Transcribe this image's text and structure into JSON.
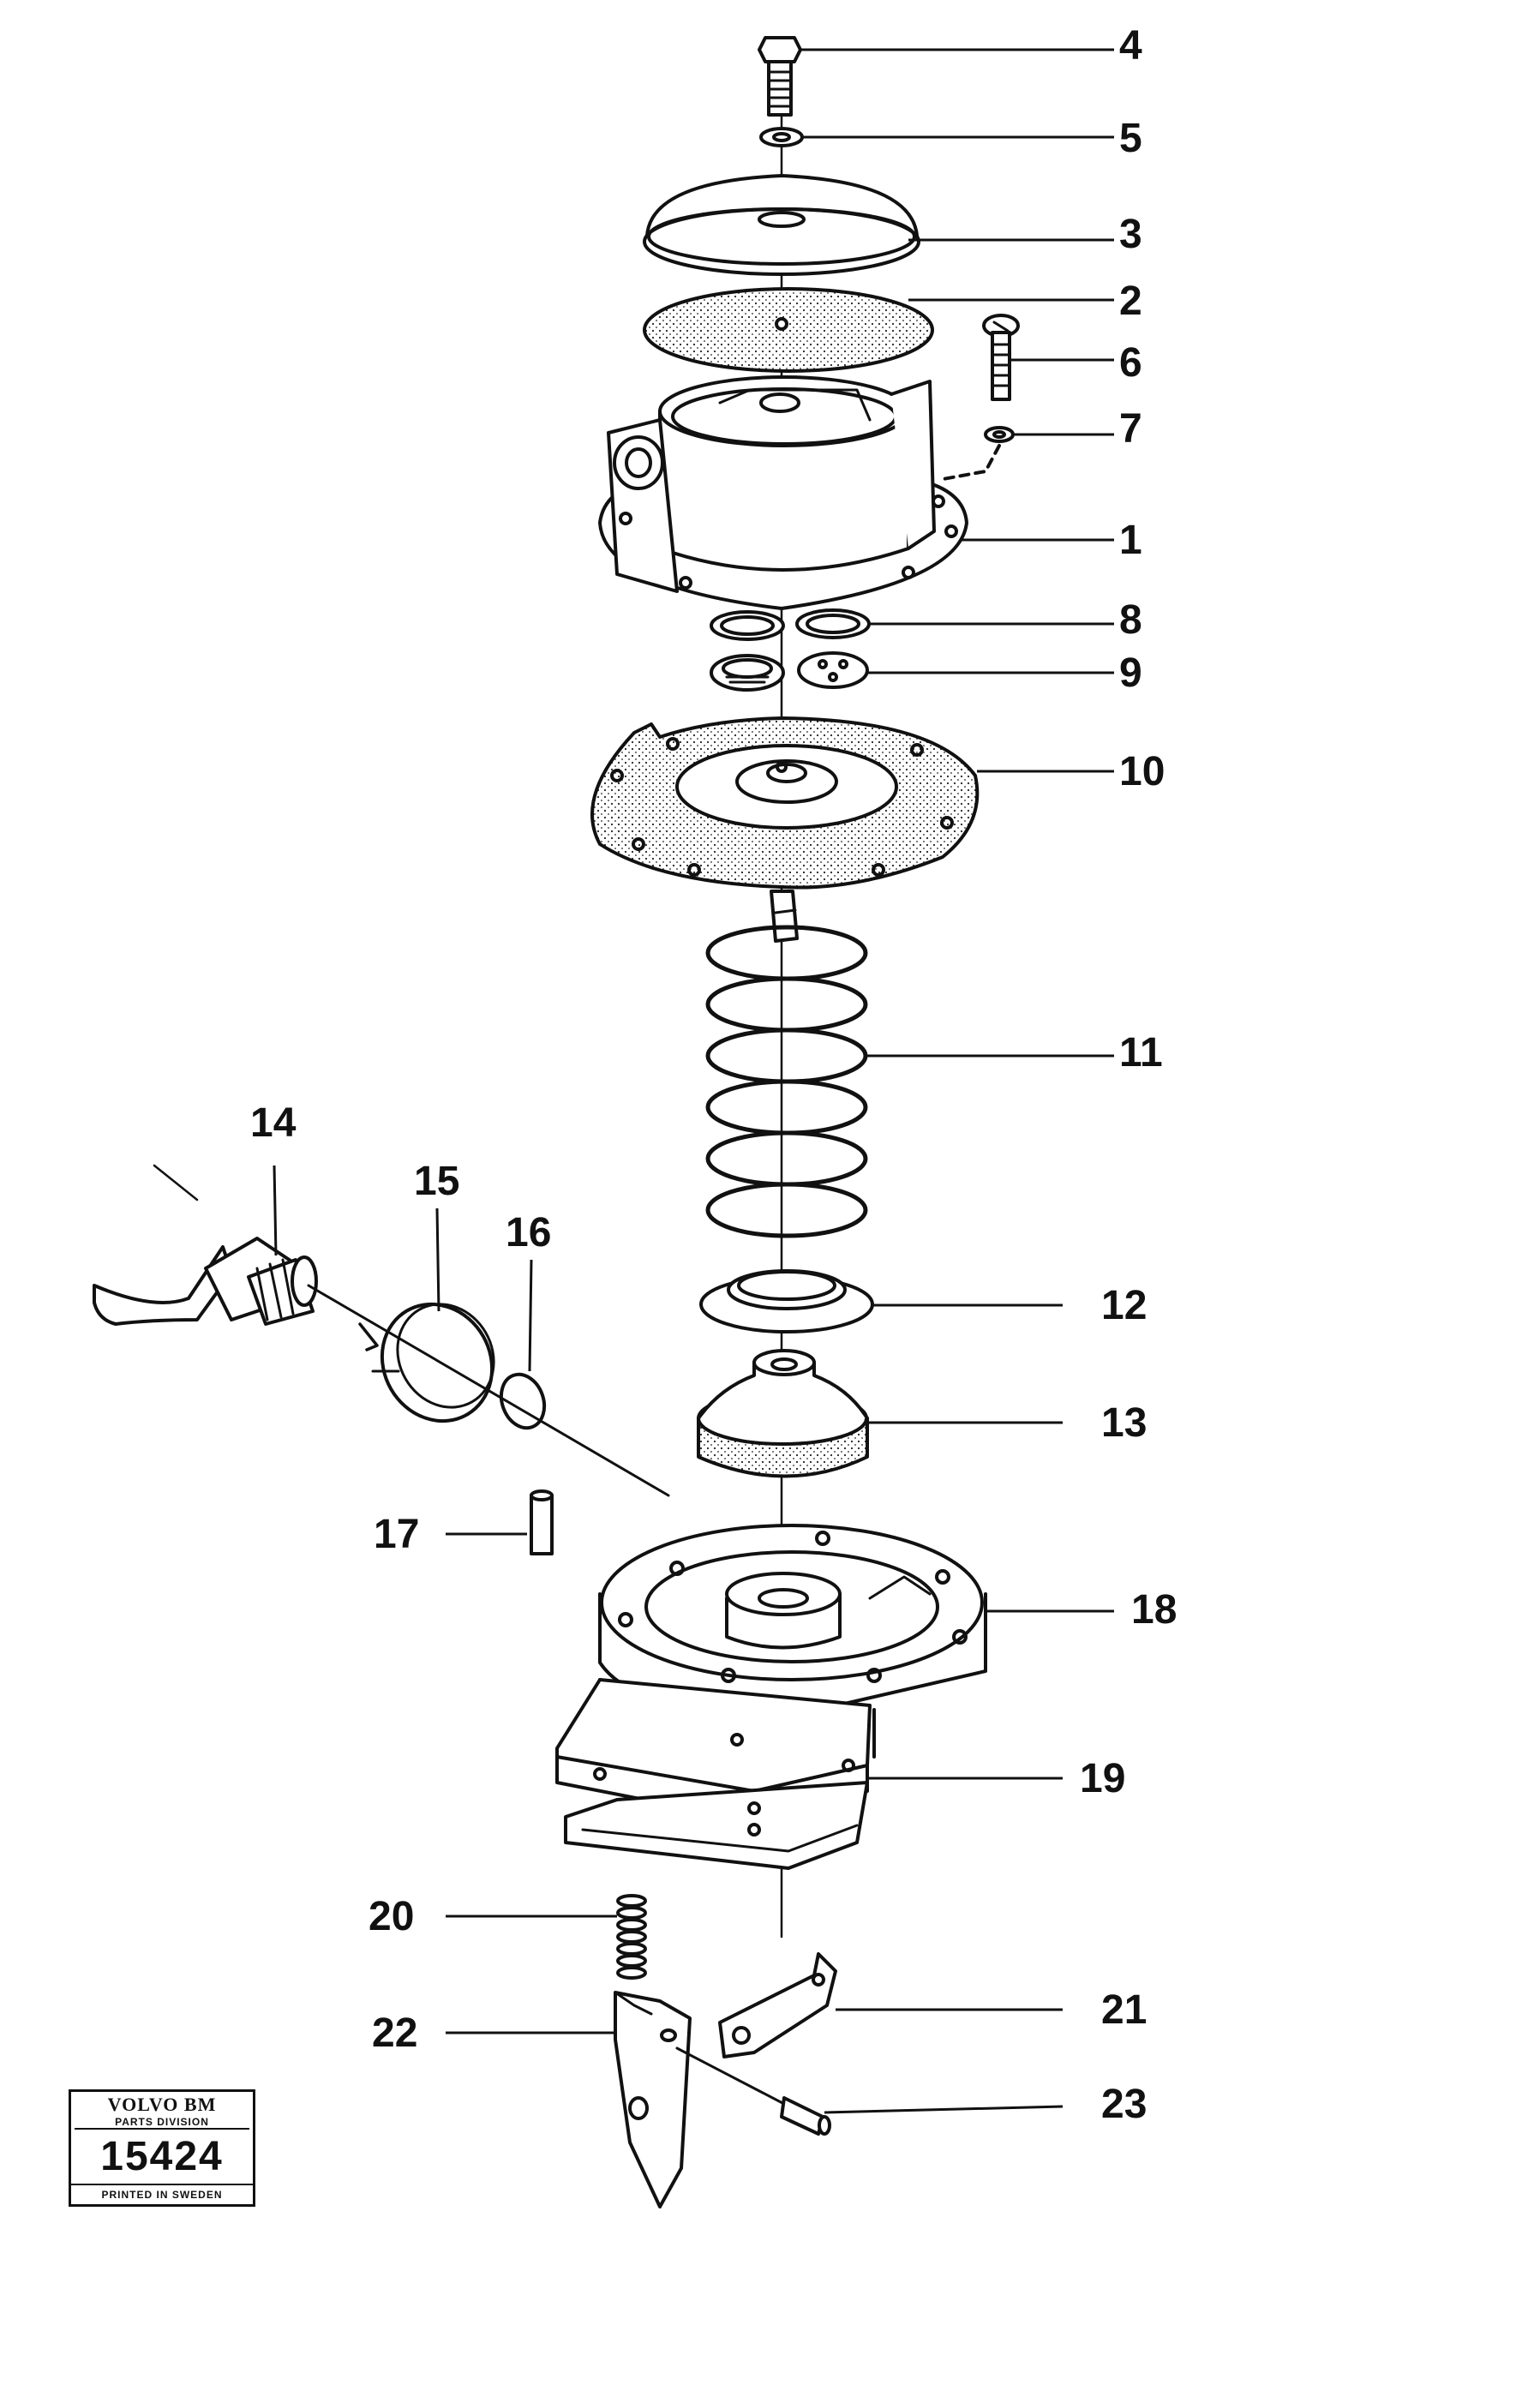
{
  "parts": [
    {
      "id": "4",
      "label": "4"
    },
    {
      "id": "5",
      "label": "5"
    },
    {
      "id": "3",
      "label": "3"
    },
    {
      "id": "2",
      "label": "2"
    },
    {
      "id": "6",
      "label": "6"
    },
    {
      "id": "7",
      "label": "7"
    },
    {
      "id": "1",
      "label": "1"
    },
    {
      "id": "8",
      "label": "8"
    },
    {
      "id": "9",
      "label": "9"
    },
    {
      "id": "10",
      "label": "10"
    },
    {
      "id": "11",
      "label": "11"
    },
    {
      "id": "14",
      "label": "14"
    },
    {
      "id": "15",
      "label": "15"
    },
    {
      "id": "16",
      "label": "16"
    },
    {
      "id": "12",
      "label": "12"
    },
    {
      "id": "13",
      "label": "13"
    },
    {
      "id": "17",
      "label": "17"
    },
    {
      "id": "18",
      "label": "18"
    },
    {
      "id": "19",
      "label": "19"
    },
    {
      "id": "20",
      "label": "20"
    },
    {
      "id": "21",
      "label": "21"
    },
    {
      "id": "22",
      "label": "22"
    },
    {
      "id": "23",
      "label": "23"
    }
  ],
  "stamp": {
    "brand": "VOLVO BM",
    "division": "PARTS DIVISION",
    "number": "15424",
    "footer": "PRINTED IN SWEDEN"
  }
}
